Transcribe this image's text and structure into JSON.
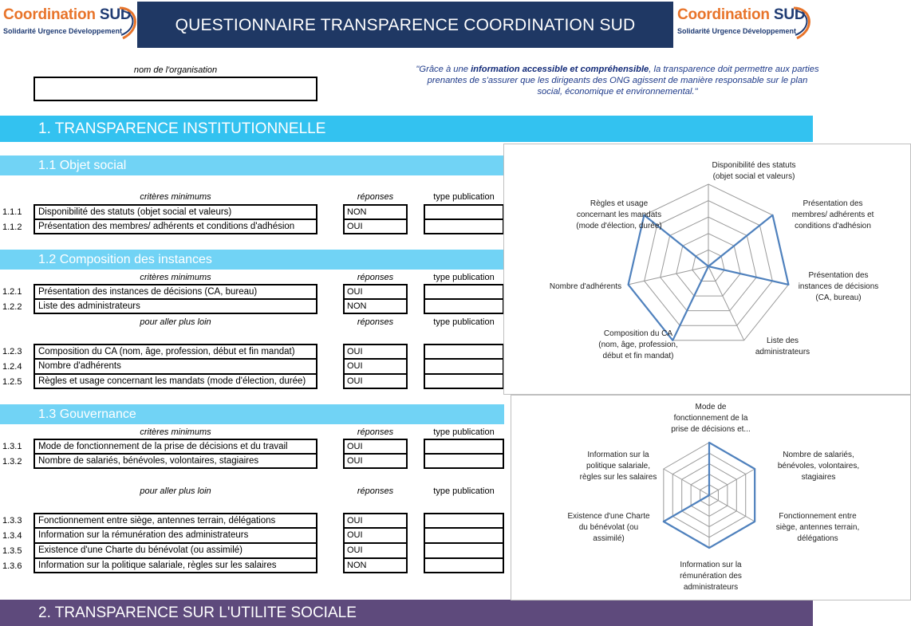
{
  "header": {
    "title": "QUESTIONNAIRE TRANSPARENCE COORDINATION SUD",
    "logo": {
      "name_part1": "Coordination",
      "name_part2": "SUD",
      "tagline": "Solidarité Urgence Développement"
    }
  },
  "organisation": {
    "label": "nom de l'organisation",
    "value": ""
  },
  "quote": {
    "prefix": "\"Grâce à une ",
    "emphasis": "information accessible et compréhensible",
    "suffix": ", la transparence doit permettre aux parties prenantes de s'assurer que les dirigeants des ONG agissent de manière responsable sur le plan social, économique et environnemental.\""
  },
  "colors": {
    "banner": "#1f3864",
    "section1": "#33c2f0",
    "subsection": "#71d3f5",
    "section2": "#5e4a7c",
    "chart_line": "#4f81bd",
    "quote": "#1f3b8a"
  },
  "section1": {
    "title": "1. TRANSPARENCE INSTITUTIONNELLE"
  },
  "section2": {
    "title": "2. TRANSPARENCE SUR L'UTILITE SOCIALE"
  },
  "headers": {
    "criteres_min": "critères minimums",
    "plus_loin": "pour aller plus loin",
    "reponses": "réponses",
    "type_publication": "type publication"
  },
  "sub11": {
    "title": "1.1 Objet social",
    "rows": [
      {
        "num": "1.1.1",
        "label": "Disponibilité des statuts (objet social et valeurs)",
        "answer": "NON",
        "pub": ""
      },
      {
        "num": "1.1.2",
        "label": "Présentation des membres/ adhérents et conditions d'adhésion",
        "answer": "OUI",
        "pub": ""
      }
    ]
  },
  "sub12": {
    "title": "1.2 Composition des instances",
    "rows_min": [
      {
        "num": "1.2.1",
        "label": "Présentation des instances de décisions (CA, bureau)",
        "answer": "OUI",
        "pub": ""
      },
      {
        "num": "1.2.2",
        "label": "Liste des administrateurs",
        "answer": "NON",
        "pub": ""
      }
    ],
    "rows_plus": [
      {
        "num": "1.2.3",
        "label": "Composition du CA (nom, âge, profession, début et fin mandat)",
        "answer": "OUI",
        "pub": ""
      },
      {
        "num": "1.2.4",
        "label": "Nombre d'adhérents",
        "answer": "OUI",
        "pub": ""
      },
      {
        "num": "1.2.5",
        "label": "Règles et usage concernant les mandats (mode d'élection, durée)",
        "answer": "OUI",
        "pub": ""
      }
    ]
  },
  "sub13": {
    "title": "1.3 Gouvernance",
    "rows_min": [
      {
        "num": "1.3.1",
        "label": "Mode de fonctionnement de la prise de décisions et du travail",
        "answer": "OUI",
        "pub": ""
      },
      {
        "num": "1.3.2",
        "label": "Nombre de salariés, bénévoles, volontaires, stagiaires",
        "answer": "OUI",
        "pub": ""
      }
    ],
    "rows_plus": [
      {
        "num": "1.3.3",
        "label": "Fonctionnement entre siège, antennes terrain, délégations",
        "answer": "OUI",
        "pub": ""
      },
      {
        "num": "1.3.4",
        "label": "Information sur la rémunération des administrateurs",
        "answer": "OUI",
        "pub": ""
      },
      {
        "num": "1.3.5",
        "label": "Existence d'une Charte du bénévolat (ou assimilé)",
        "answer": "OUI",
        "pub": ""
      },
      {
        "num": "1.3.6",
        "label": "Information sur la politique salariale, règles sur les salaires",
        "answer": "NON",
        "pub": ""
      }
    ]
  },
  "chart_data": [
    {
      "type": "radar",
      "levels": 5,
      "categories": [
        "Disponibilité des statuts (objet social et valeurs)",
        "Présentation des membres/ adhérents et conditions d'adhésion",
        "Présentation des instances de décisions (CA, bureau)",
        "Liste des administrateurs",
        "Composition du CA (nom, âge, profession, début et fin mandat)",
        "Nombre d'adhérents",
        "Règles et usage concernant les mandats (mode d'élection, durée)"
      ],
      "labels": [
        [
          "Disponibilité des statuts",
          "(objet social et valeurs)"
        ],
        [
          "Présentation des",
          "membres/ adhérents et",
          "conditions d'adhésion"
        ],
        [
          "Présentation des",
          "instances de décisions",
          "(CA, bureau)"
        ],
        [
          "Liste des",
          "administrateurs"
        ],
        [
          "Composition du CA",
          "(nom, âge, profession,",
          "début et fin mandat)"
        ],
        [
          "Nombre d'adhérents"
        ],
        [
          "Règles et usage",
          "concernant les mandats",
          "(mode d'élection, durée)"
        ]
      ],
      "values": [
        0,
        1,
        1,
        0,
        1,
        1,
        1
      ],
      "range": [
        0,
        1
      ]
    },
    {
      "type": "radar",
      "levels": 5,
      "categories": [
        "Mode de fonctionnement de la prise de décisions et du travail",
        "Nombre de salariés, bénévoles, volontaires, stagiaires",
        "Fonctionnement entre siège, antennes terrain, délégations",
        "Information sur la rémunération des administrateurs",
        "Existence d'une Charte du bénévolat (ou assimilé)",
        "Information sur la politique salariale, règles sur les salaires"
      ],
      "labels": [
        [
          "Mode de",
          "fonctionnement de la",
          "prise de décisions et..."
        ],
        [
          "Nombre de salariés,",
          "bénévoles, volontaires,",
          "stagiaires"
        ],
        [
          "Fonctionnement entre",
          "siège, antennes terrain,",
          "délégations"
        ],
        [
          "Information sur la",
          "rémunération des",
          "administrateurs"
        ],
        [
          "Existence d'une Charte",
          "du bénévolat (ou",
          "assimilé)"
        ],
        [
          "Information sur la",
          "politique salariale,",
          "règles sur les salaires"
        ]
      ],
      "values": [
        1,
        1,
        1,
        1,
        1,
        0
      ],
      "range": [
        0,
        1
      ]
    }
  ]
}
